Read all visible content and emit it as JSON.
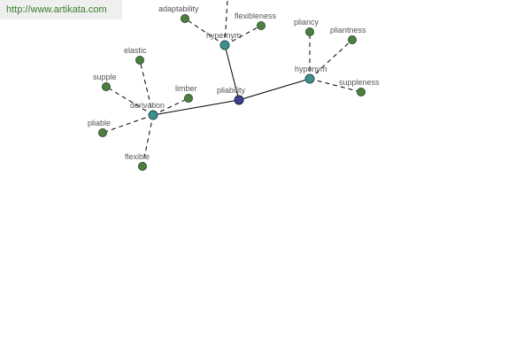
{
  "site_url": "http://www.artikata.com",
  "colors": {
    "center": "#3f3f8f",
    "relation": "#3f8f8f",
    "leaf": "#4f7f3f",
    "edge": "#000000"
  },
  "nodes": {
    "pliability": "pliability",
    "hypernym": "hypernym",
    "hyponym": "hyponym",
    "derivation": "derivation",
    "adaptability": "adaptability",
    "flexibleness": "flexibleness",
    "pliancy": "pliancy",
    "pliantness": "pliantness",
    "suppleness": "suppleness",
    "elastic": "elastic",
    "supple": "supple",
    "limber": "limber",
    "pliable": "pliable",
    "flexible": "flexible"
  }
}
